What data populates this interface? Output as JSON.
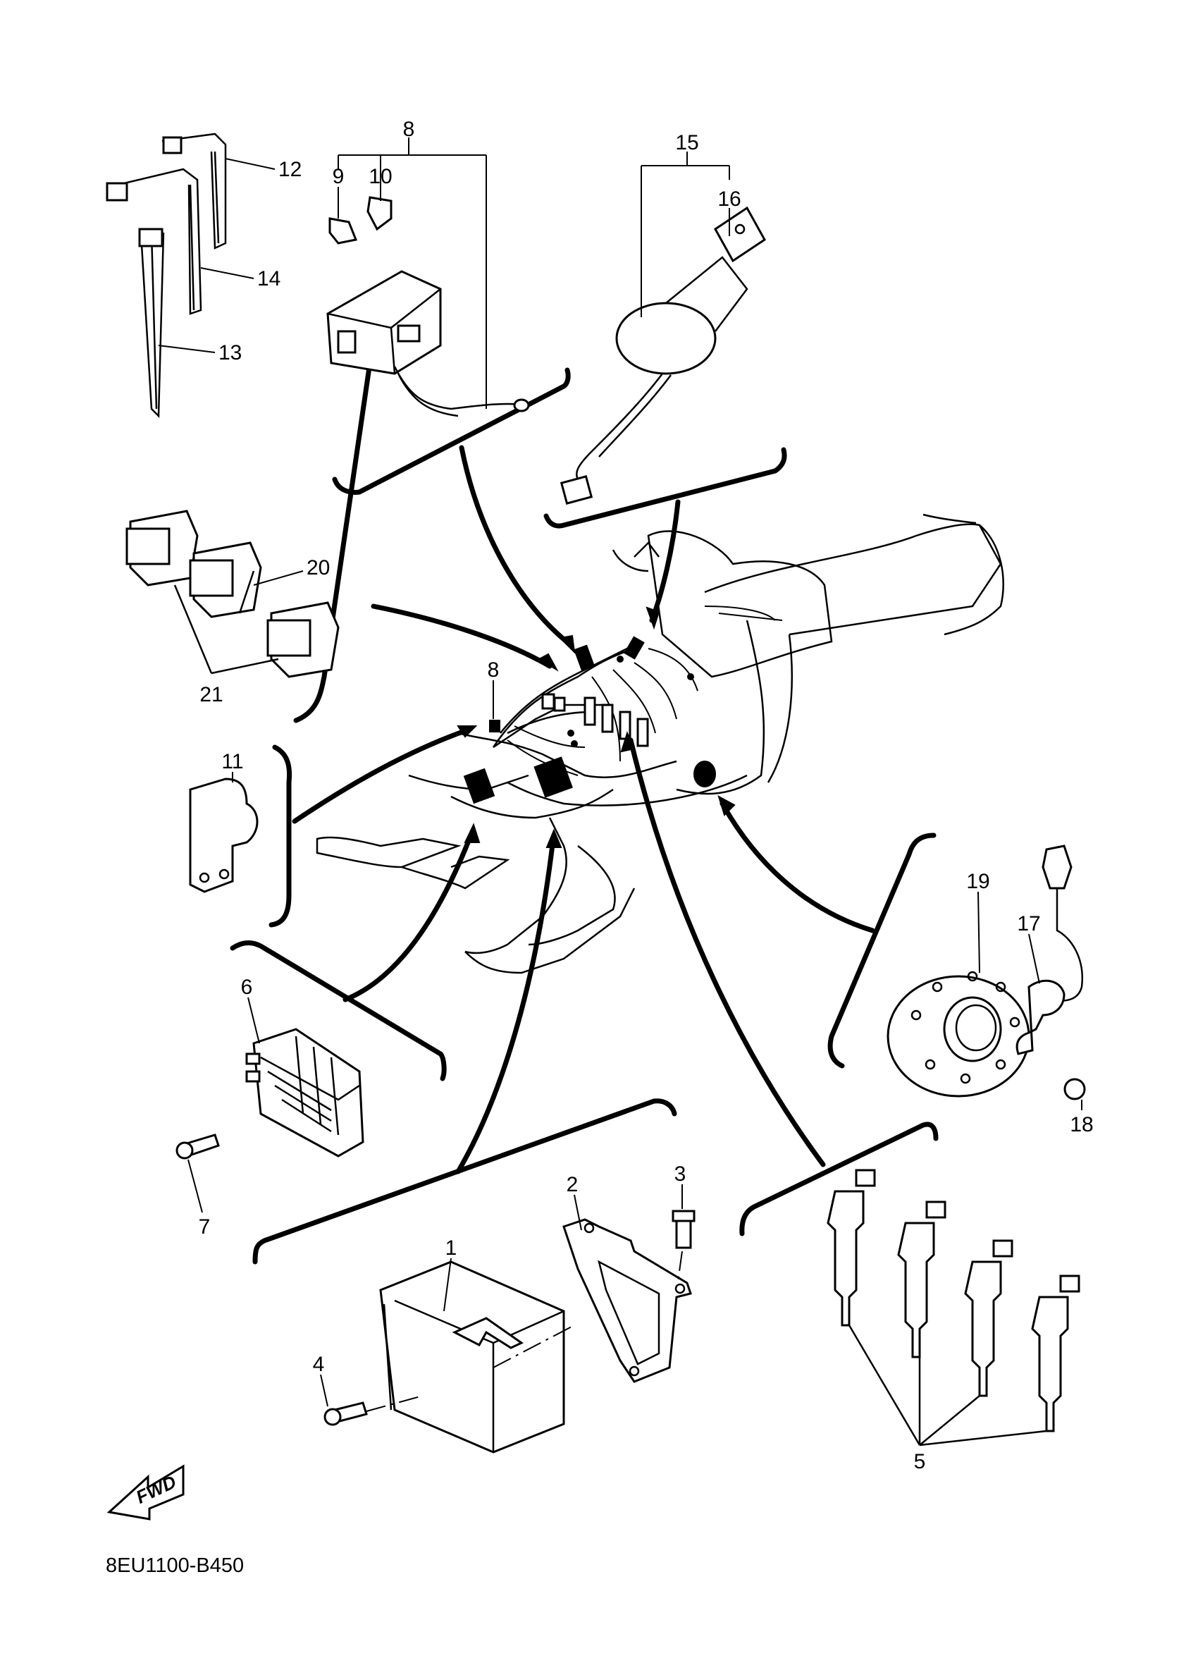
{
  "diagram": {
    "callouts": [
      {
        "id": "c1",
        "text": "1"
      },
      {
        "id": "c2",
        "text": "2"
      },
      {
        "id": "c3",
        "text": "3"
      },
      {
        "id": "c4",
        "text": "4"
      },
      {
        "id": "c5",
        "text": "5"
      },
      {
        "id": "c6",
        "text": "6"
      },
      {
        "id": "c7",
        "text": "7"
      },
      {
        "id": "c8a",
        "text": "8"
      },
      {
        "id": "c8b",
        "text": "8"
      },
      {
        "id": "c9",
        "text": "9"
      },
      {
        "id": "c10",
        "text": "10"
      },
      {
        "id": "c11",
        "text": "11"
      },
      {
        "id": "c12",
        "text": "12"
      },
      {
        "id": "c13",
        "text": "13"
      },
      {
        "id": "c14",
        "text": "14"
      },
      {
        "id": "c15",
        "text": "15"
      },
      {
        "id": "c16",
        "text": "16"
      },
      {
        "id": "c17",
        "text": "17"
      },
      {
        "id": "c18",
        "text": "18"
      },
      {
        "id": "c19",
        "text": "19"
      },
      {
        "id": "c20",
        "text": "20"
      },
      {
        "id": "c21",
        "text": "21"
      }
    ],
    "fwd_label": "FWD",
    "diagram_code": "8EU1100-B450"
  }
}
